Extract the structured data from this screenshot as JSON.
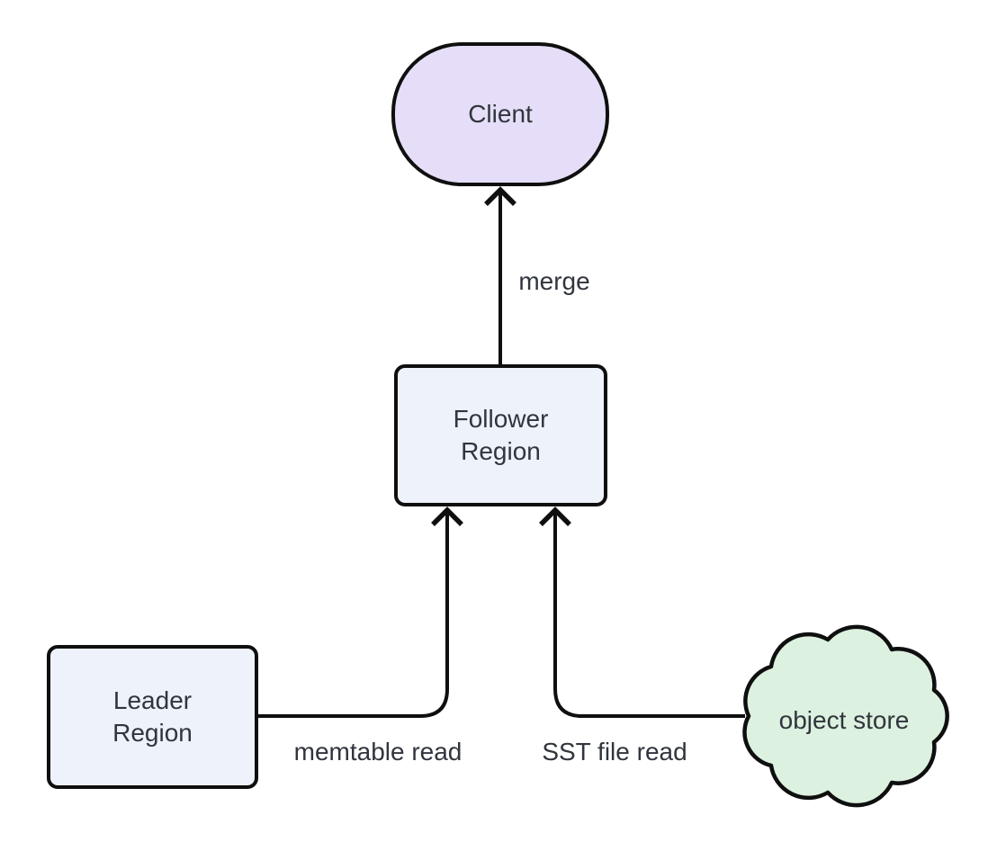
{
  "diagram": {
    "nodes": {
      "client": {
        "label": "Client",
        "shape": "stadium",
        "fill": "#E6DEF8"
      },
      "follower_region": {
        "label": "Follower Region",
        "line1": "Follower",
        "line2": "Region",
        "shape": "rounded-rect",
        "fill": "#EDF2FB"
      },
      "leader_region": {
        "label": "Leader Region",
        "line1": "Leader",
        "line2": "Region",
        "shape": "rounded-rect",
        "fill": "#EDF2FB"
      },
      "object_store": {
        "label": "object store",
        "shape": "cloud",
        "fill": "#DCF1DF"
      }
    },
    "edges": [
      {
        "from": "follower_region",
        "to": "client",
        "label": "merge"
      },
      {
        "from": "leader_region",
        "to": "follower_region",
        "label": "memtable read"
      },
      {
        "from": "object_store",
        "to": "follower_region",
        "label": "SST file read"
      }
    ],
    "colors": {
      "background": "#FFFFFF",
      "stroke": "#0F0F0F",
      "text": "#31353D",
      "client_fill": "#E6DEF8",
      "region_fill": "#EDF2FB",
      "object_store_fill": "#DCF1DF"
    }
  }
}
